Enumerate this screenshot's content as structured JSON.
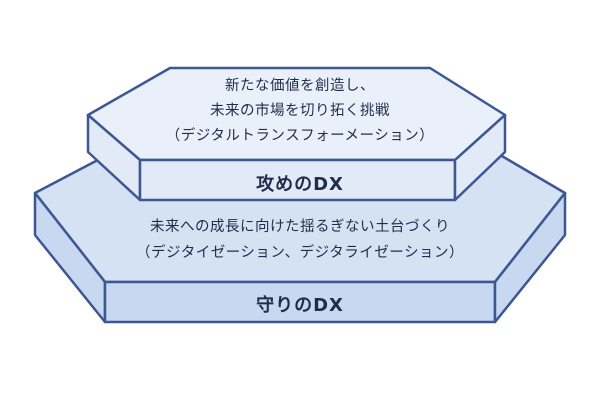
{
  "diagram": {
    "upper_tier": {
      "description_lines": [
        "新たな価値を創造し、",
        "未来の市場を切り拓く挑戦",
        "（デジタルトランスフォーメーション）"
      ],
      "title": "攻めのDX"
    },
    "lower_tier": {
      "description_lines": [
        "未来への成長に向けた揺るぎない土台づくり",
        "（デジタイゼーション、デジタライゼーション）"
      ],
      "title": "守りのDX"
    },
    "colors": {
      "outline": "#3d5793",
      "upper_top_face": "#eaf0fa",
      "upper_side_face": "#e2eaf7",
      "lower_top_face": "#d5e2f4",
      "lower_side_face": "#c7d8f0",
      "text": "#1f2d4d"
    }
  }
}
